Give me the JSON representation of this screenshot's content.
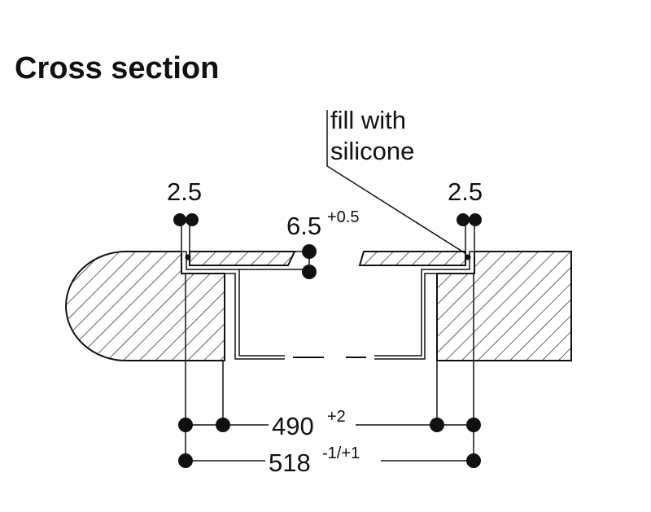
{
  "title": "Cross section",
  "annotation": {
    "line1": "fill with",
    "line2": "silicone"
  },
  "gap_left": "2.5",
  "gap_right": "2.5",
  "thickness": {
    "value": "6.5",
    "tolerance": "+0.5"
  },
  "inner_width": {
    "value": "490",
    "tolerance": "+2"
  },
  "outer_width": {
    "value": "518",
    "tolerance": "-1/+1"
  },
  "colors": {
    "ink": "#111111",
    "background": "#ffffff"
  }
}
